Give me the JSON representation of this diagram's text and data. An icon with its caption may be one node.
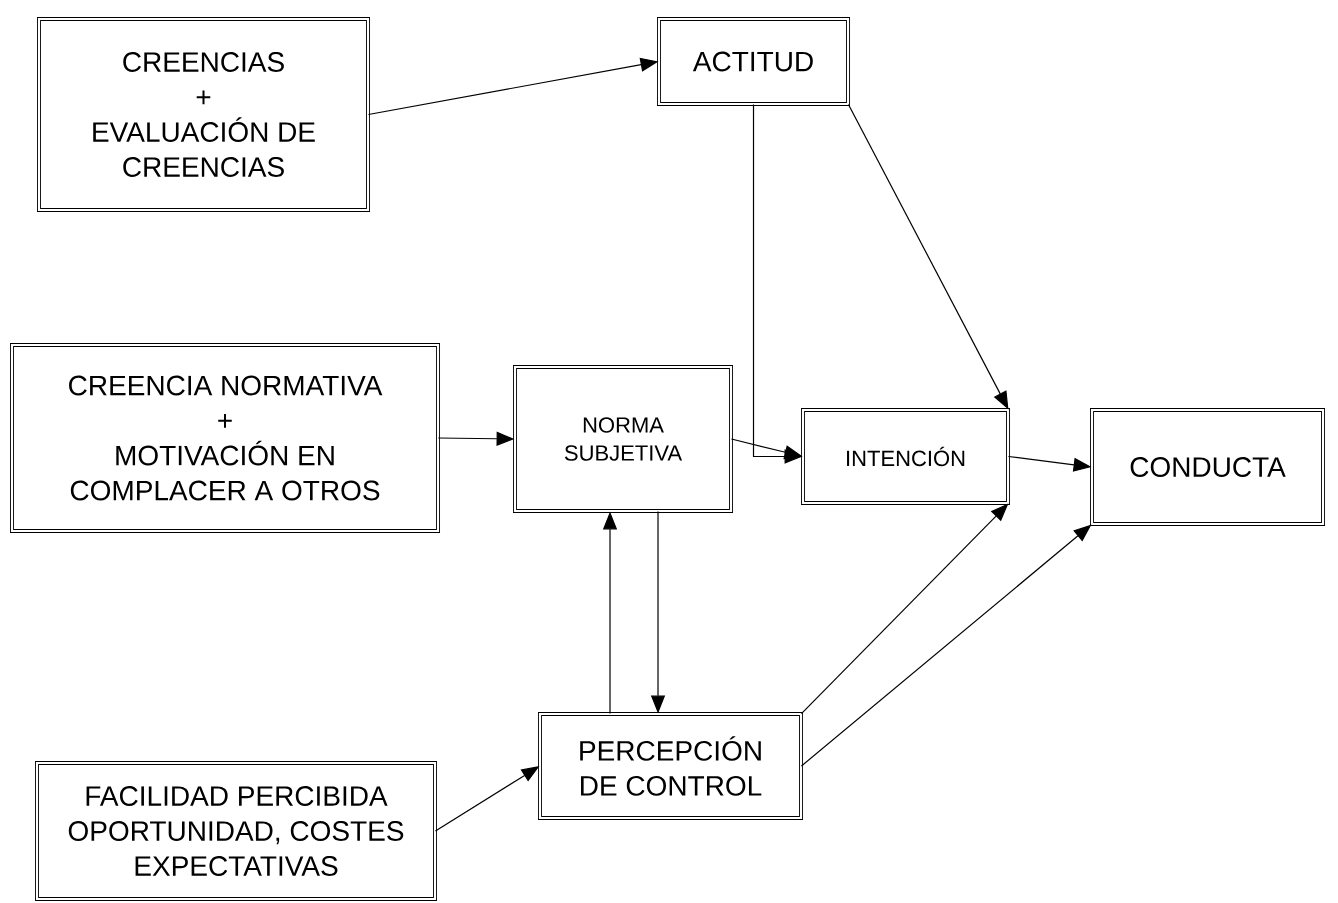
{
  "diagram": {
    "nodes": [
      {
        "text": [
          "CREENCIAS",
          "+",
          "EVALUACIÓN DE CREENCIAS"
        ]
      },
      {
        "text": [
          "ACTITUD"
        ]
      },
      {
        "text": [
          "CREENCIA NORMATIVA",
          "+",
          "MOTIVACIÓN EN COMPLACER A OTROS"
        ]
      },
      {
        "text": [
          "NORMA SUBJETIVA"
        ]
      },
      {
        "text": [
          "INTENCIÓN"
        ]
      },
      {
        "text": [
          "CONDUCTA"
        ]
      },
      {
        "text": [
          "PERCEPCIÓN DE CONTROL"
        ]
      },
      {
        "text": [
          "FACILIDAD PERCIBIDA OPORTUNIDAD, COSTES EXPECTATIVAS"
        ]
      }
    ],
    "edges": [
      {
        "from": 0,
        "to": 1,
        "arrow": "to"
      },
      {
        "from": 1,
        "to": 4,
        "arrow": "to"
      },
      {
        "from": 1,
        "to": 4,
        "arrow": "to"
      },
      {
        "from": 2,
        "to": 3,
        "arrow": "to"
      },
      {
        "from": 3,
        "to": 4,
        "arrow": "to"
      },
      {
        "from": 4,
        "to": 5,
        "arrow": "to"
      },
      {
        "from": 6,
        "to": 3,
        "arrow": "to"
      },
      {
        "from": 3,
        "to": 6,
        "arrow": "to"
      },
      {
        "from": 6,
        "to": 4,
        "arrow": "to"
      },
      {
        "from": 6,
        "to": 5,
        "arrow": "to"
      },
      {
        "from": 7,
        "to": 6,
        "arrow": "to"
      }
    ]
  }
}
